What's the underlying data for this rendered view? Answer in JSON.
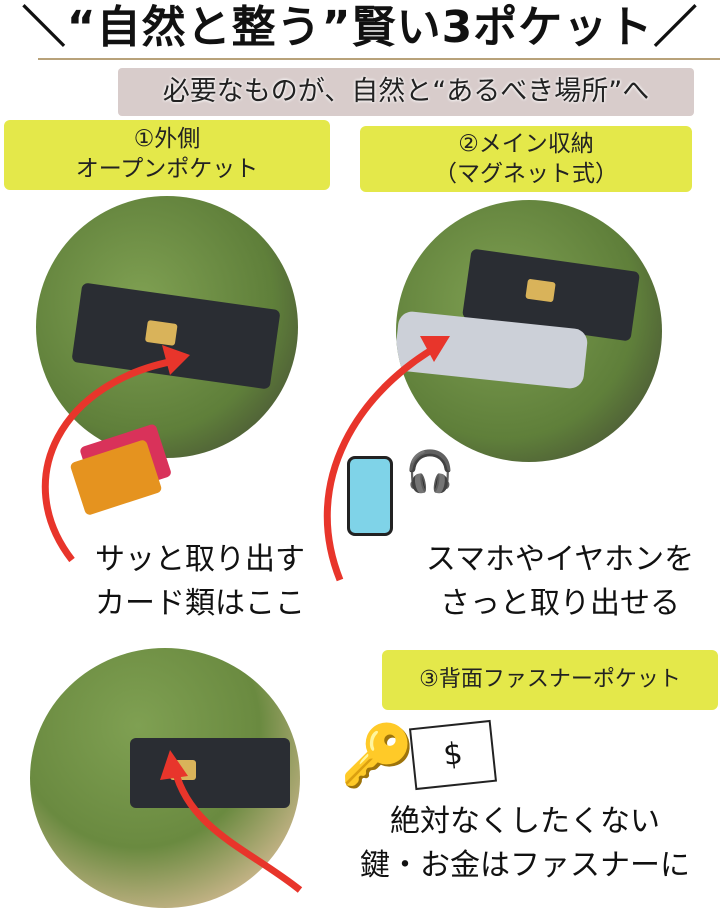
{
  "title": "＼“自然と整う”賢い3ポケット／",
  "subtitle": "必要なものが、自然と“あるべき場所”へ",
  "pockets": [
    {
      "label_line1": "①外側",
      "label_line2": "オープンポケット",
      "caption_line1": "サッと取り出す",
      "caption_line2": "カード類はここ"
    },
    {
      "label_line1": "②メイン収納",
      "label_line2": "（マグネット式）",
      "caption_line1": "スマホやイヤホンを",
      "caption_line2": "さっと取り出せる"
    },
    {
      "label_line1": "③背面ファスナーポケット",
      "caption_line1": "絶対なくしたくない",
      "caption_line2": "鍵・お金はファスナーに"
    }
  ],
  "colors": {
    "label_bg": "#e4e84a",
    "arrow": "#e8352b",
    "subtitle_bg": "#d8cccb",
    "bag_green": "#6f9445"
  }
}
